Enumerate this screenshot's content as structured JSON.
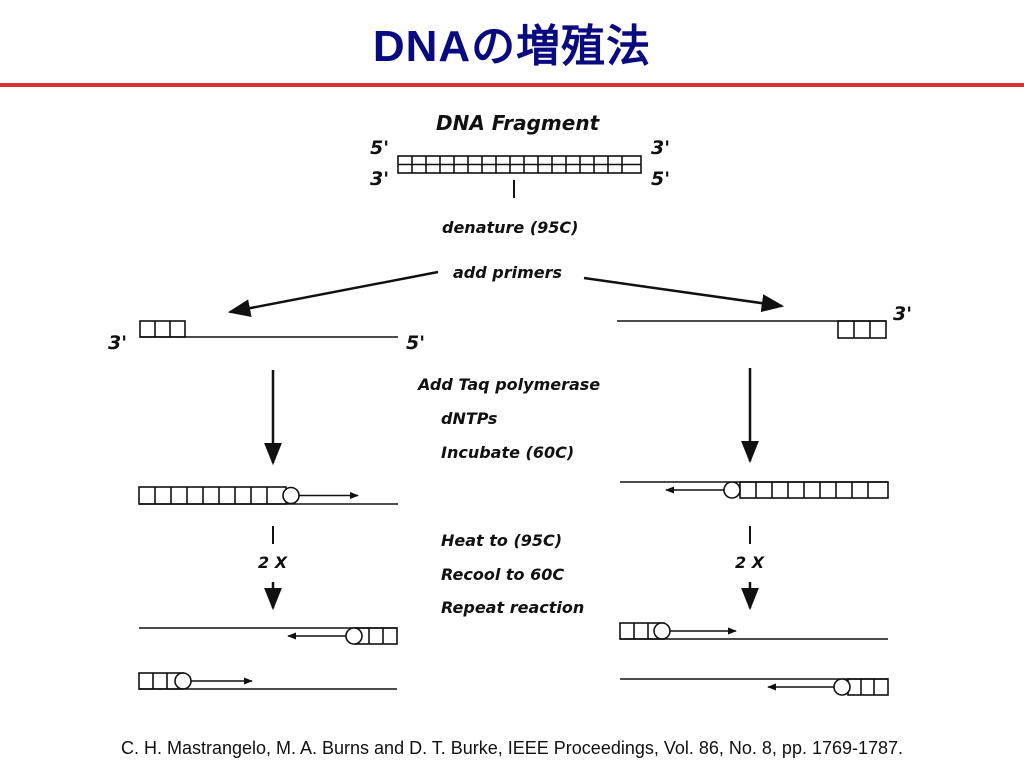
{
  "title": "DNAの増殖法",
  "citation": "C. H. Mastrangelo, M. A. Burns and D. T. Burke, IEEE Proceedings, Vol. 86, No. 8, pp. 1769-1787.",
  "diagram": {
    "fragment_label": "DNA Fragment",
    "ends": {
      "top_left": "5'",
      "top_right": "3'",
      "bottom_left": "3'",
      "bottom_right": "5'",
      "left_strand_left": "3'",
      "left_strand_right": "5'",
      "right_strand_right": "3'"
    },
    "steps": {
      "denature": "denature (95C)",
      "add_primers": "add primers",
      "polymerase": [
        "Add Taq polymerase",
        "dNTPs",
        "Incubate (60C)"
      ],
      "cycle": [
        "Heat to (95C)",
        "Recool to 60C",
        "Repeat reaction"
      ]
    },
    "repeat_left": "2 X",
    "repeat_right": "2 X"
  }
}
